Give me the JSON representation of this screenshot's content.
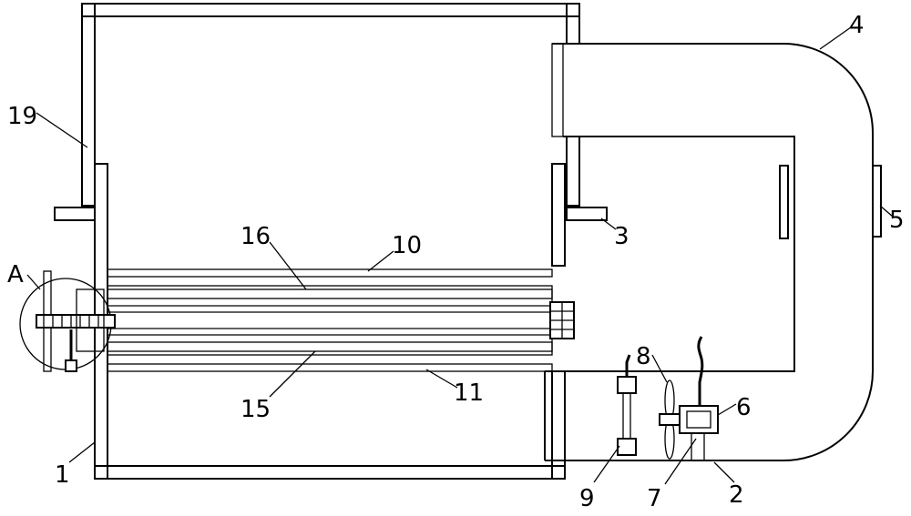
{
  "diagram": {
    "labels": {
      "l1": "1",
      "l2": "2",
      "l3": "3",
      "l4": "4",
      "l5": "5",
      "l6": "6",
      "l7": "7",
      "l8": "8",
      "l9": "9",
      "l10": "10",
      "l11": "11",
      "l15": "15",
      "l16": "16",
      "l19": "19",
      "lA": "A"
    },
    "colors": {
      "stroke": "#000000",
      "background": "#ffffff"
    }
  }
}
